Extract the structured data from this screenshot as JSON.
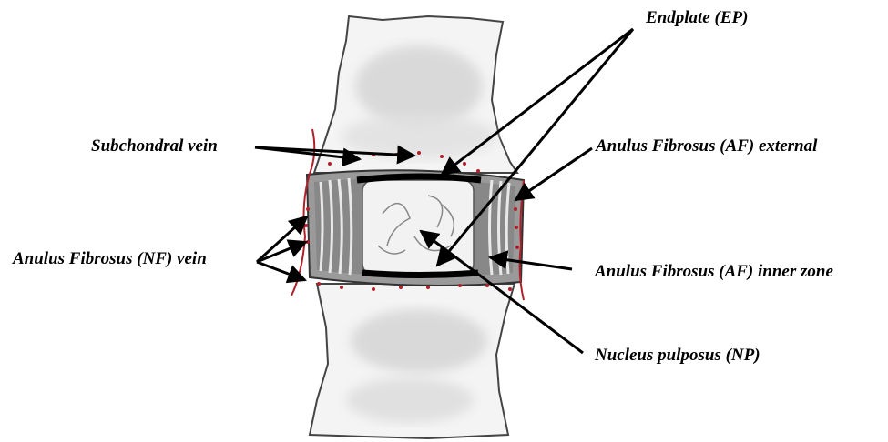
{
  "labels": {
    "endplate": "Endplate (EP)",
    "subchondral_vein": "Subchondral vein",
    "af_external": "Anulus Fibrosus (AF) external",
    "nf_vein": "Anulus Fibrosus (NF) vein",
    "af_inner_zone": "Anulus Fibrosus (AF) inner zone",
    "nucleus_pulposus": "Nucleus pulposus (NP)"
  },
  "colors": {
    "ink": "#000000",
    "vein": "#b0202a",
    "bone_shade": "#d6d6d6",
    "disc_shade": "#8a8a8a"
  }
}
